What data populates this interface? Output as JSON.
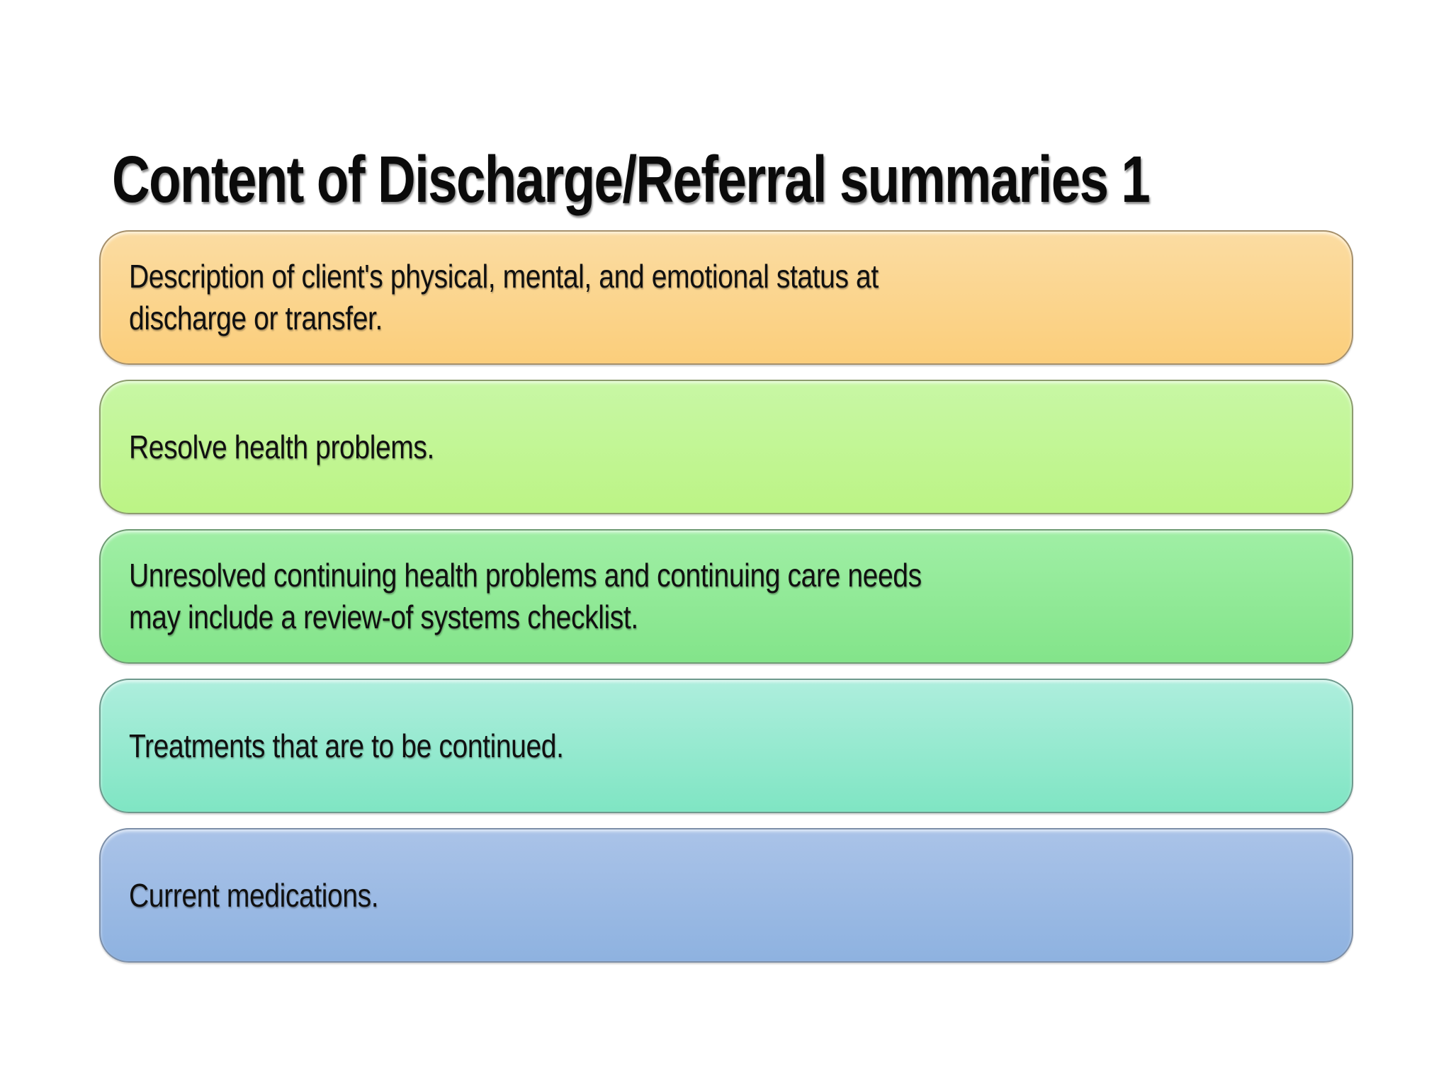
{
  "slide": {
    "title": "Content of Discharge/Referral summaries 1",
    "background_color": "#FFFFFF",
    "text_color": "#101010",
    "items": [
      {
        "text": "Description of client's physical, mental, and emotional status at\ndischarge or transfer.",
        "fill_top": "#FBDCA2",
        "fill_bottom": "#FBCE7B",
        "border": "#A6906B"
      },
      {
        "text": "Resolve health problems.",
        "fill_top": "#C8F7A5",
        "fill_bottom": "#BCF485",
        "border": "#8C9C6E"
      },
      {
        "text": "Unresolved continuing health problems and continuing care needs\nmay include a review-of systems checklist.",
        "fill_top": "#A0EFA5",
        "fill_bottom": "#83E48A",
        "border": "#6F9B74"
      },
      {
        "text": "Treatments that are to be continued.",
        "fill_top": "#AEEEDD",
        "fill_bottom": "#7FE5C3",
        "border": "#6E998D"
      },
      {
        "text": "Current medications.",
        "fill_top": "#AAC3E8",
        "fill_bottom": "#8EB2E0",
        "border": "#7D8FA8"
      }
    ]
  }
}
